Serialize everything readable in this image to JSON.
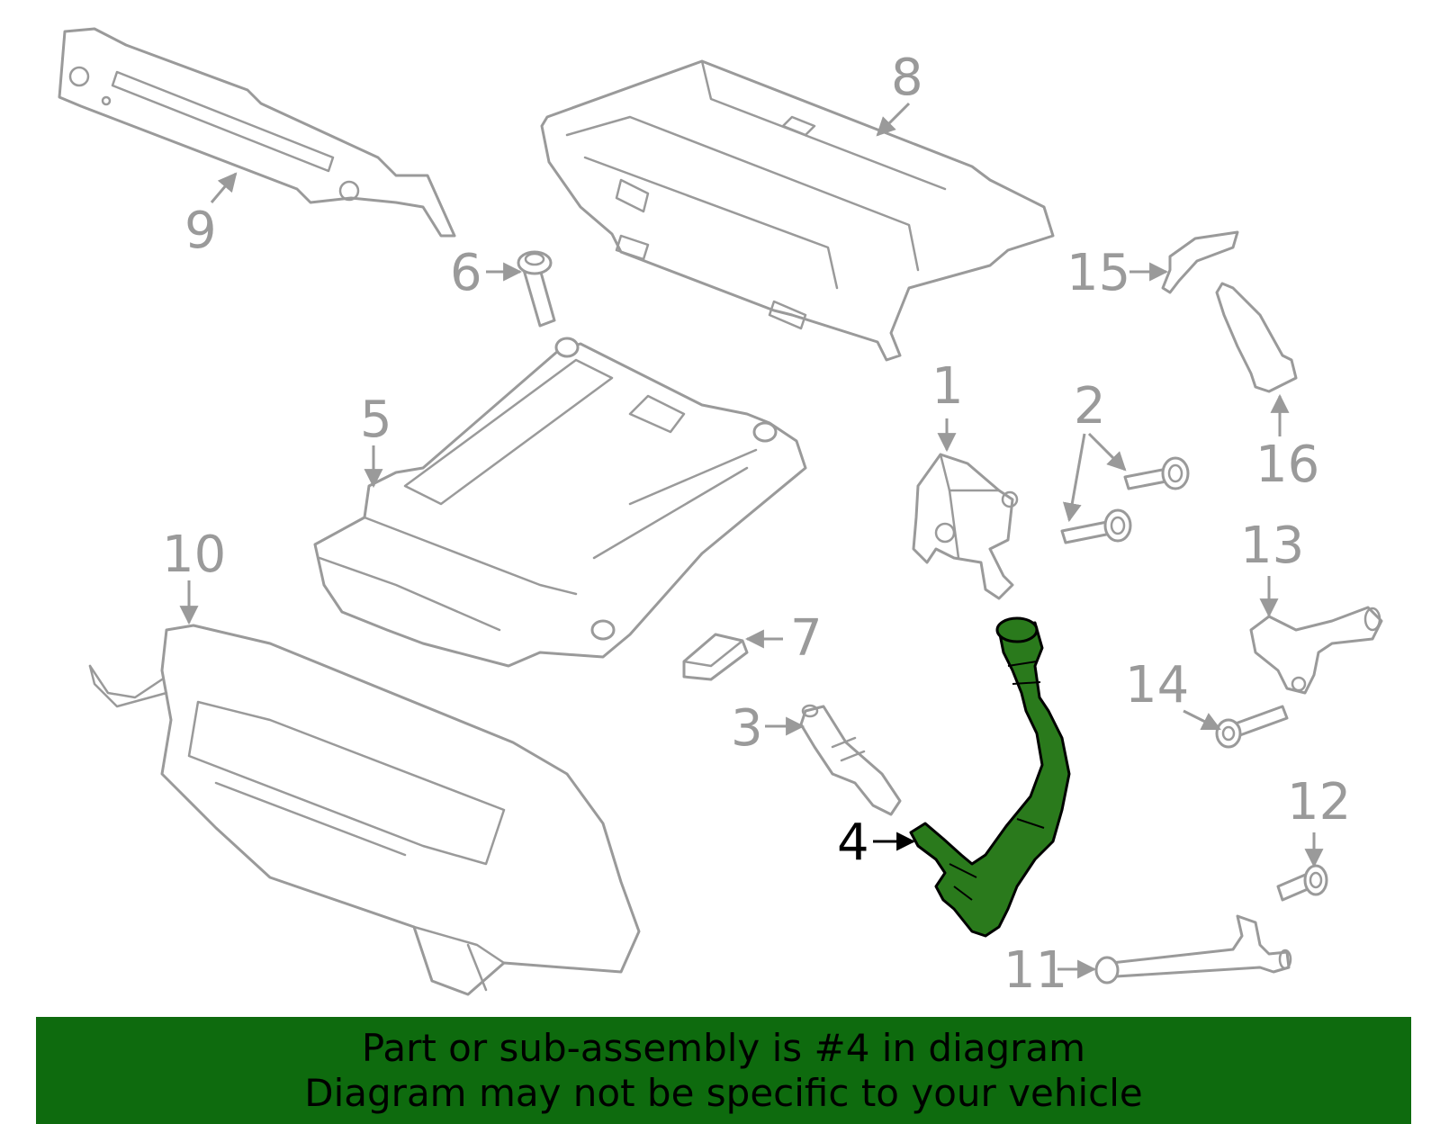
{
  "callouts": {
    "c1": "1",
    "c2": "2",
    "c3": "3",
    "c4": "4",
    "c5": "5",
    "c6": "6",
    "c7": "7",
    "c8": "8",
    "c9": "9",
    "c10": "10",
    "c11": "11",
    "c12": "12",
    "c13": "13",
    "c14": "14",
    "c15": "15",
    "c16": "16"
  },
  "highlighted_part": "4",
  "colors": {
    "highlight": "#2a7a1c",
    "banner": "#0e6b0e",
    "linework": "#9a9a9a"
  },
  "banner": {
    "line1": "Part or sub-assembly is #4 in diagram",
    "line2": "Diagram may not be specific to your vehicle"
  }
}
